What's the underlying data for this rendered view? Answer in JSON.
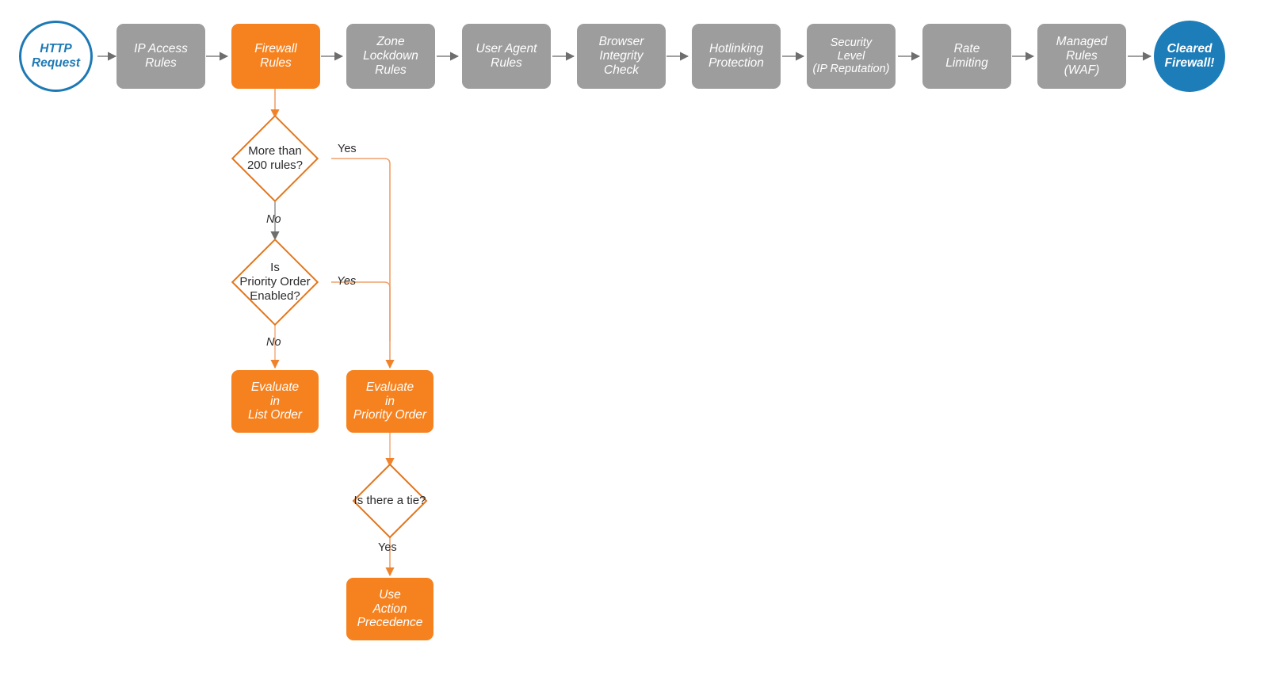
{
  "diagram": {
    "title": "Cloudflare Firewall Rules Evaluation Order",
    "colors": {
      "gray_node": "#9d9d9d",
      "orange_node": "#f6821f",
      "orange_stroke": "#e2761c",
      "orange_edge": "#f08c4b",
      "blue_ring": "#1d79b5",
      "blue_fill": "#1d7db8",
      "gray_edge": "#808080",
      "text_dark": "#2b2b2b",
      "background": "#ffffff"
    },
    "pipeline": [
      {
        "id": "http-request",
        "label": "HTTP\nRequest",
        "shape": "circle",
        "style": "hollow"
      },
      {
        "id": "ip-access-rules",
        "label": "IP Access\nRules",
        "shape": "box",
        "style": "gray"
      },
      {
        "id": "firewall-rules",
        "label": "Firewall\nRules",
        "shape": "box",
        "style": "orange"
      },
      {
        "id": "zone-lockdown",
        "label": "Zone\nLockdown\nRules",
        "shape": "box",
        "style": "gray"
      },
      {
        "id": "user-agent-rules",
        "label": "User Agent\nRules",
        "shape": "box",
        "style": "gray"
      },
      {
        "id": "browser-integrity",
        "label": "Browser\nIntegrity\nCheck",
        "shape": "box",
        "style": "gray"
      },
      {
        "id": "hotlinking",
        "label": "Hotlinking\nProtection",
        "shape": "box",
        "style": "gray"
      },
      {
        "id": "security-level",
        "label": "Security\nLevel\n(IP Reputation)",
        "shape": "box",
        "style": "gray"
      },
      {
        "id": "rate-limiting",
        "label": "Rate\nLimiting",
        "shape": "box",
        "style": "gray"
      },
      {
        "id": "managed-rules",
        "label": "Managed\nRules\n(WAF)",
        "shape": "box",
        "style": "gray"
      },
      {
        "id": "cleared-firewall",
        "label": "Cleared\nFirewall!",
        "shape": "circle",
        "style": "filled"
      }
    ],
    "branch": {
      "decision_more_than_200": "More than\n200 rules?",
      "decision_priority_order": "Is\nPriority Order\nEnabled?",
      "decision_tie": "Is there a tie?",
      "outcome_list_order": "Evaluate\nin\nList Order",
      "outcome_priority_order": "Evaluate\nin\nPriority Order",
      "outcome_action_precedence": "Use\nAction\nPrecedence"
    },
    "edge_labels": {
      "yes_more_than_200": "Yes",
      "no_more_than_200": "No",
      "yes_priority_order": "Yes",
      "no_priority_order": "No",
      "yes_tie": "Yes"
    }
  }
}
